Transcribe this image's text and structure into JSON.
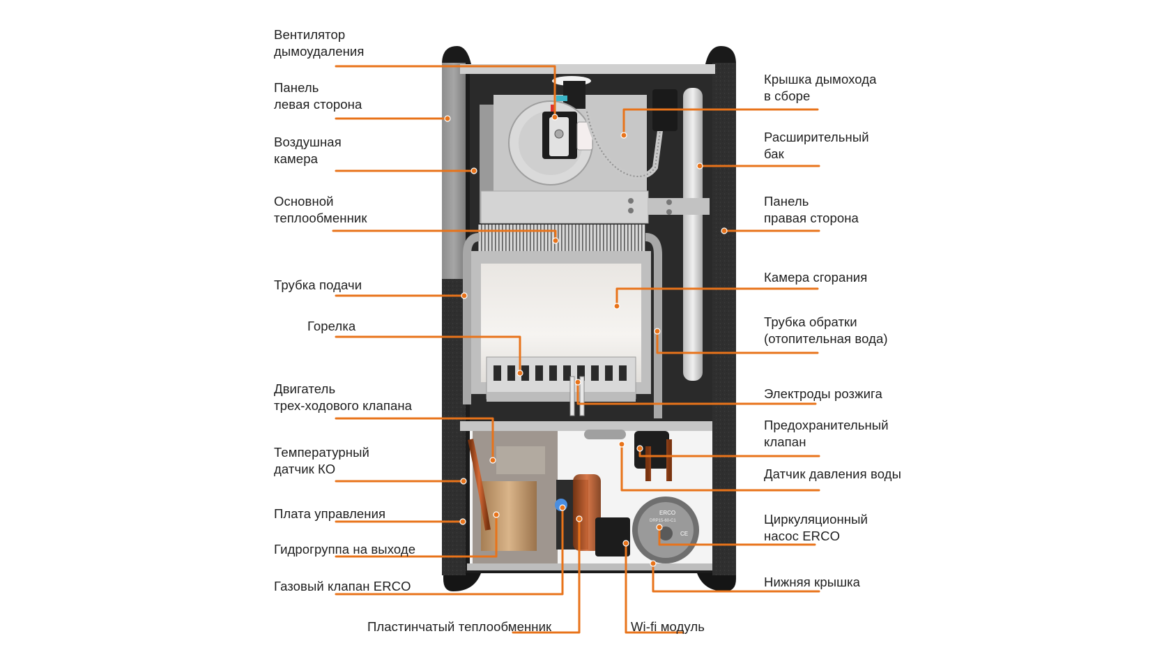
{
  "diagram": {
    "subject": "Gas boiler internal components (cutaway)",
    "accent_color": "#e8731a",
    "labels_left": [
      {
        "id": "fan",
        "lines": [
          "Вентилятор",
          "дымоудаления"
        ]
      },
      {
        "id": "panel-left",
        "lines": [
          "Панель",
          "левая сторона"
        ]
      },
      {
        "id": "air-chamber",
        "lines": [
          "Воздушная",
          "камера"
        ]
      },
      {
        "id": "main-heat-exchanger",
        "lines": [
          "Основной",
          "теплообменник"
        ]
      },
      {
        "id": "supply-pipe",
        "lines": [
          "Трубка подачи"
        ]
      },
      {
        "id": "burner",
        "lines": [
          "Горелка"
        ]
      },
      {
        "id": "three-way-valve-motor",
        "lines": [
          "Двигатель",
          "трех-ходового клапана"
        ]
      },
      {
        "id": "ch-temp-sensor",
        "lines": [
          "Температурный",
          "датчик КО"
        ]
      },
      {
        "id": "control-board",
        "lines": [
          "Плата управления"
        ]
      },
      {
        "id": "outlet-hydrogroup",
        "lines": [
          "Гидрогруппа на выходе"
        ]
      },
      {
        "id": "gas-valve",
        "lines": [
          "Газовый клапан ERCO"
        ]
      }
    ],
    "labels_right": [
      {
        "id": "flue-cover",
        "lines": [
          "Крышка дымохода",
          "в сборе"
        ]
      },
      {
        "id": "expansion-tank",
        "lines": [
          "Расширительный",
          "бак"
        ]
      },
      {
        "id": "panel-right",
        "lines": [
          "Панель",
          "правая сторона"
        ]
      },
      {
        "id": "combustion-chamber",
        "lines": [
          "Камера сгорания"
        ]
      },
      {
        "id": "return-pipe",
        "lines": [
          "Трубка обратки",
          "(отопительная вода)"
        ]
      },
      {
        "id": "ignition-electrodes",
        "lines": [
          "Электроды розжига"
        ]
      },
      {
        "id": "safety-valve",
        "lines": [
          "Предохранительный",
          "клапан"
        ]
      },
      {
        "id": "water-pressure-sensor",
        "lines": [
          "Датчик давления воды"
        ]
      },
      {
        "id": "circulation-pump",
        "lines": [
          "Циркуляционный",
          "насос ERCO"
        ]
      },
      {
        "id": "bottom-cover",
        "lines": [
          "Нижняя крышка"
        ]
      }
    ],
    "labels_bottom": [
      {
        "id": "plate-heat-exchanger",
        "lines": [
          "Пластинчатый теплообменник"
        ]
      },
      {
        "id": "wifi-module",
        "lines": [
          "Wi-fi модуль"
        ]
      }
    ],
    "pump_badge": {
      "brand": "ERCO",
      "model": "DRP15-60-C1",
      "mark": "CE"
    }
  }
}
